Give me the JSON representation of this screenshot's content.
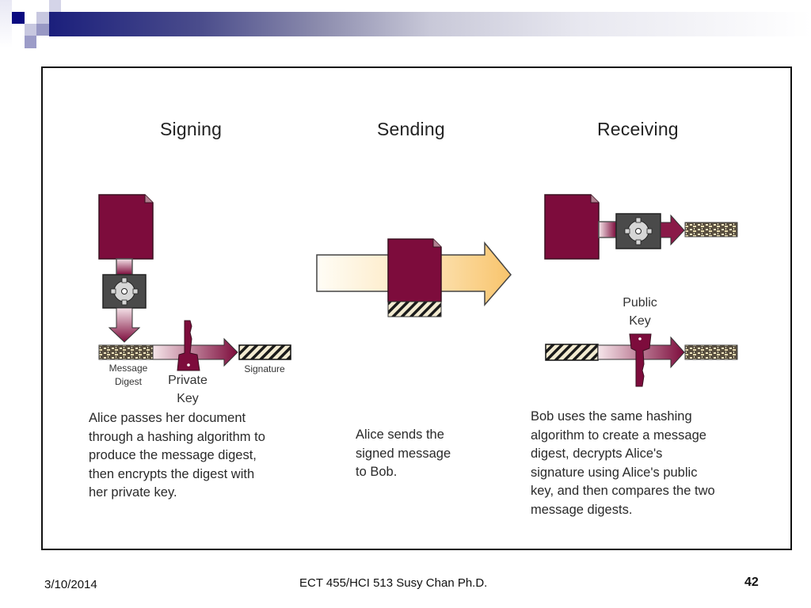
{
  "slide": {
    "footer": {
      "date": "3/10/2014",
      "course": "ECT 455/HCI 513 Susy Chan Ph.D.",
      "page_number": "42"
    },
    "accent_colors": {
      "title_bar_start": "#1b1f7c",
      "document_maroon": "#7d0c3c",
      "hash_box": "#4a4a4a",
      "send_arrow": "#f9cf7e",
      "signature_hatch": "#f2ead0"
    }
  },
  "diagram": {
    "phases": [
      {
        "title": "Signing",
        "description": "Alice passes her document\nthrough a hashing algorithm to\nproduce the message digest,\nthen encrypts the digest with\nher private key.",
        "labels": {
          "message_digest": "Message\nDigest",
          "private_key": "Private\nKey",
          "signature": "Signature"
        }
      },
      {
        "title": "Sending",
        "description": "Alice sends the\nsigned message\nto Bob."
      },
      {
        "title": "Receiving",
        "description": "Bob uses the same hashing\nalgorithm to create a message\ndigest, decrypts Alice's\nsignature using Alice's public\nkey, and then compares the two\nmessage digests.",
        "labels": {
          "public_key": "Public\nKey"
        }
      }
    ]
  }
}
